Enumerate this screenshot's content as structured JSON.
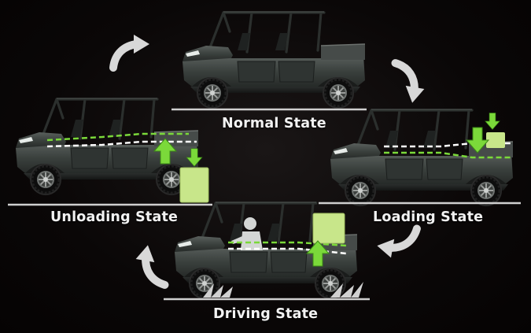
{
  "states": {
    "normal": "Normal State",
    "loading": "Loading State",
    "driving": "Driving State",
    "unloading": "Unloading State"
  },
  "colors": {
    "background": "#070505",
    "label": "#f2f2f2",
    "cycle_arrow": "#d8d8d8",
    "suspension_arrow": "#7bd93a",
    "cargo_box": "#c8e68a",
    "dashed_green": "#7bd93a",
    "dashed_white": "#ffffff",
    "vehicle_body": "#3e4441"
  },
  "icons": {
    "cycle": "curved-arrow-icon",
    "raise": "green-up-arrow-icon",
    "lower": "green-down-arrow-icon",
    "cargo": "cargo-box-icon"
  }
}
